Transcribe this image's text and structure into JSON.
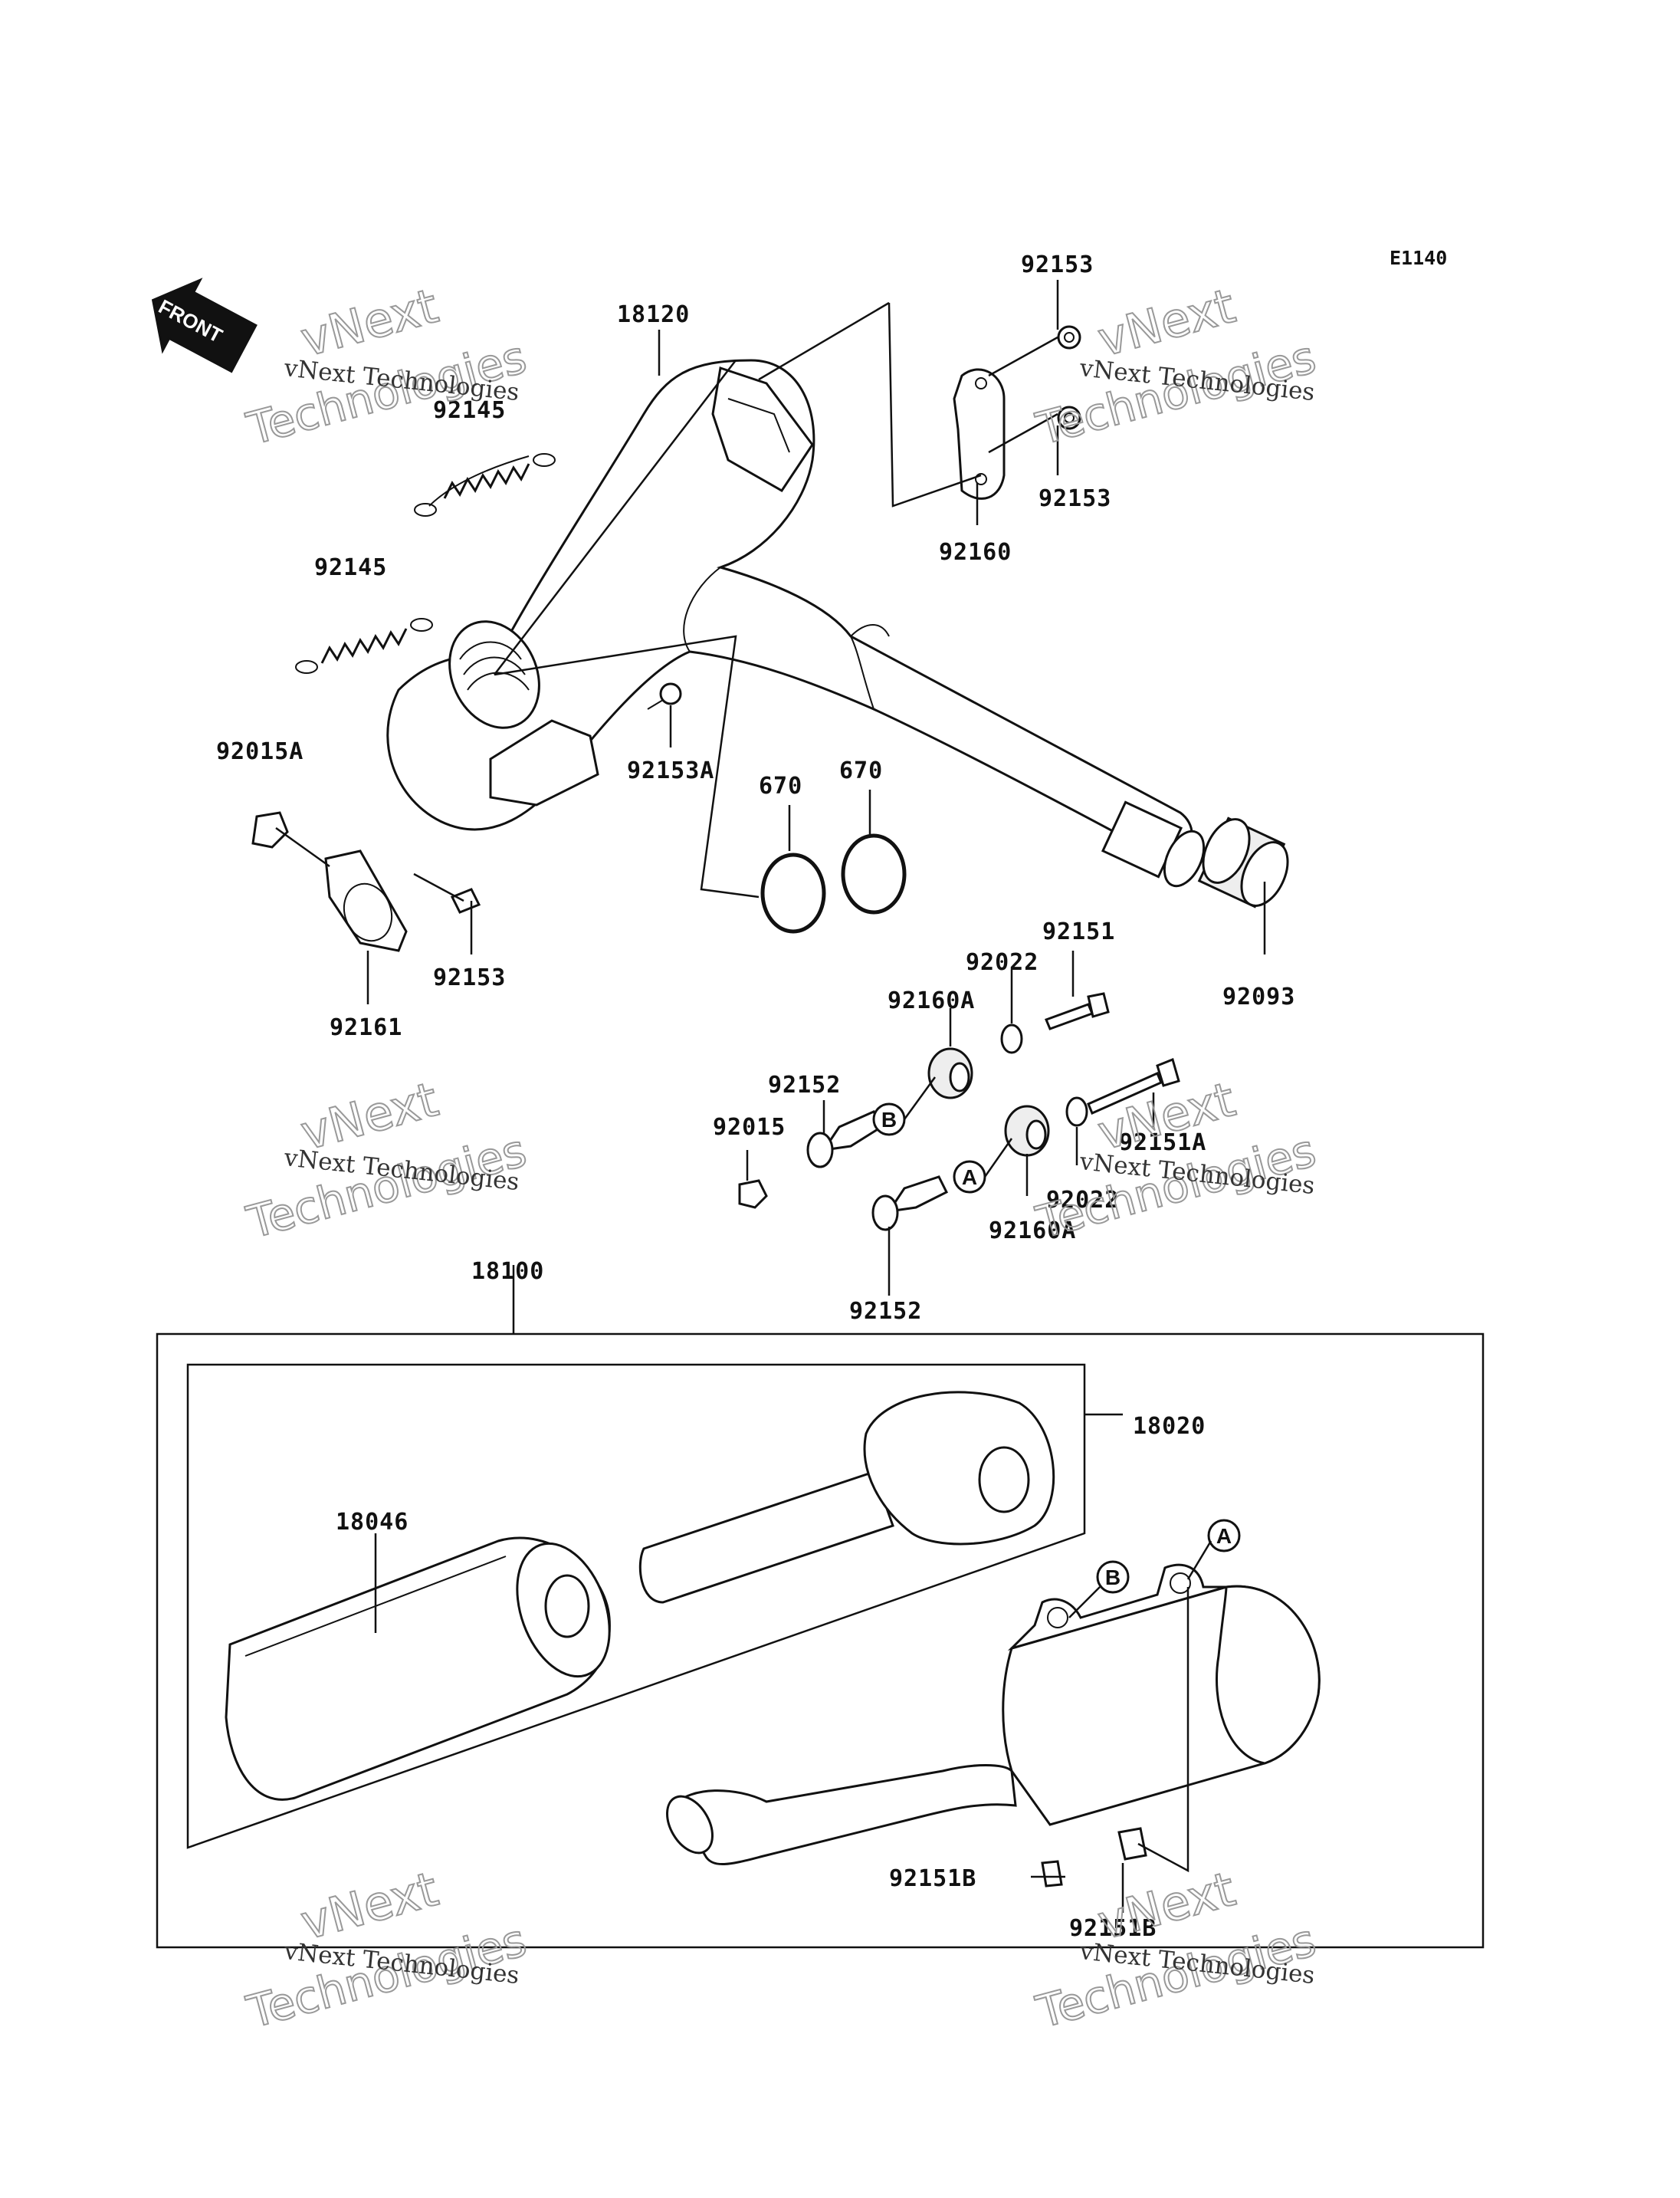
{
  "diagram_code": "E1140",
  "front_label": "FRONT",
  "watermark": {
    "line1": "vNext Technologies",
    "big_a": "vNext",
    "big_b": "Technologies"
  },
  "callouts": {
    "a": "A",
    "b": "B"
  },
  "parts": [
    {
      "id": "p18120",
      "number": "18120"
    },
    {
      "id": "p92153_top",
      "number": "92153"
    },
    {
      "id": "p92153_mid",
      "number": "92153"
    },
    {
      "id": "p92160",
      "number": "92160"
    },
    {
      "id": "p92145_a",
      "number": "92145"
    },
    {
      "id": "p92145_b",
      "number": "92145"
    },
    {
      "id": "p92015A",
      "number": "92015A"
    },
    {
      "id": "p92153A",
      "number": "92153A"
    },
    {
      "id": "p670_a",
      "number": "670"
    },
    {
      "id": "p670_b",
      "number": "670"
    },
    {
      "id": "p92153_left",
      "number": "92153"
    },
    {
      "id": "p92161",
      "number": "92161"
    },
    {
      "id": "p92093",
      "number": "92093"
    },
    {
      "id": "p92151",
      "number": "92151"
    },
    {
      "id": "p92022_a",
      "number": "92022"
    },
    {
      "id": "p92160A_a",
      "number": "92160A"
    },
    {
      "id": "p92152_a",
      "number": "92152"
    },
    {
      "id": "p92015",
      "number": "92015"
    },
    {
      "id": "p92151A",
      "number": "92151A"
    },
    {
      "id": "p92022_b",
      "number": "92022"
    },
    {
      "id": "p92160A_b",
      "number": "92160A"
    },
    {
      "id": "p92152_b",
      "number": "92152"
    },
    {
      "id": "p18100",
      "number": "18100"
    },
    {
      "id": "p18020",
      "number": "18020"
    },
    {
      "id": "p18046",
      "number": "18046"
    },
    {
      "id": "p92151B_a",
      "number": "92151B"
    },
    {
      "id": "p92151B_b",
      "number": "92151B"
    }
  ]
}
